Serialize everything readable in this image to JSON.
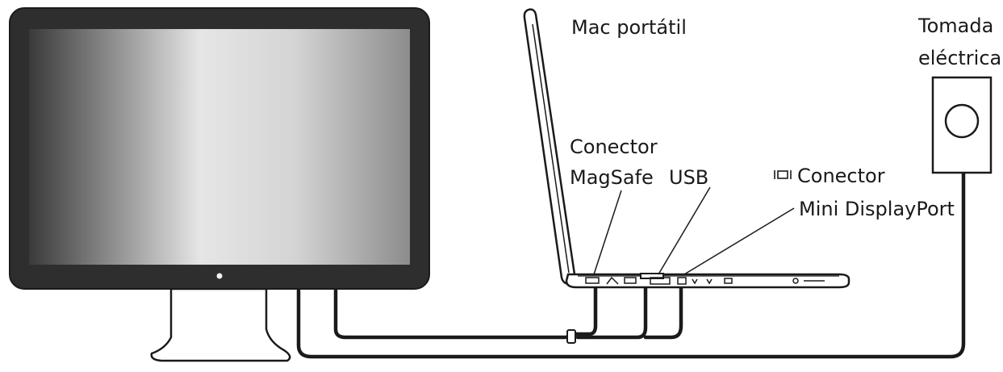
{
  "labels": {
    "mac_portatil": "Mac portátil",
    "tomada_line1": "Tomada",
    "tomada_line2": "eléctrica",
    "magsafe_line1": "Conector",
    "magsafe_line2": "MagSafe",
    "usb": "USB",
    "minidp_line1": "Conector",
    "minidp_line2": "Mini DisplayPort"
  },
  "icons": {
    "display_logo": "apple-logo-icon",
    "minidisplayport_symbol": "minidisplayport-icon"
  },
  "colors": {
    "line": "#1a1a1a",
    "screen_dark": "#2a2a2a",
    "screen_light": "#e2e2e2",
    "bezel": "#3a3a3a"
  }
}
